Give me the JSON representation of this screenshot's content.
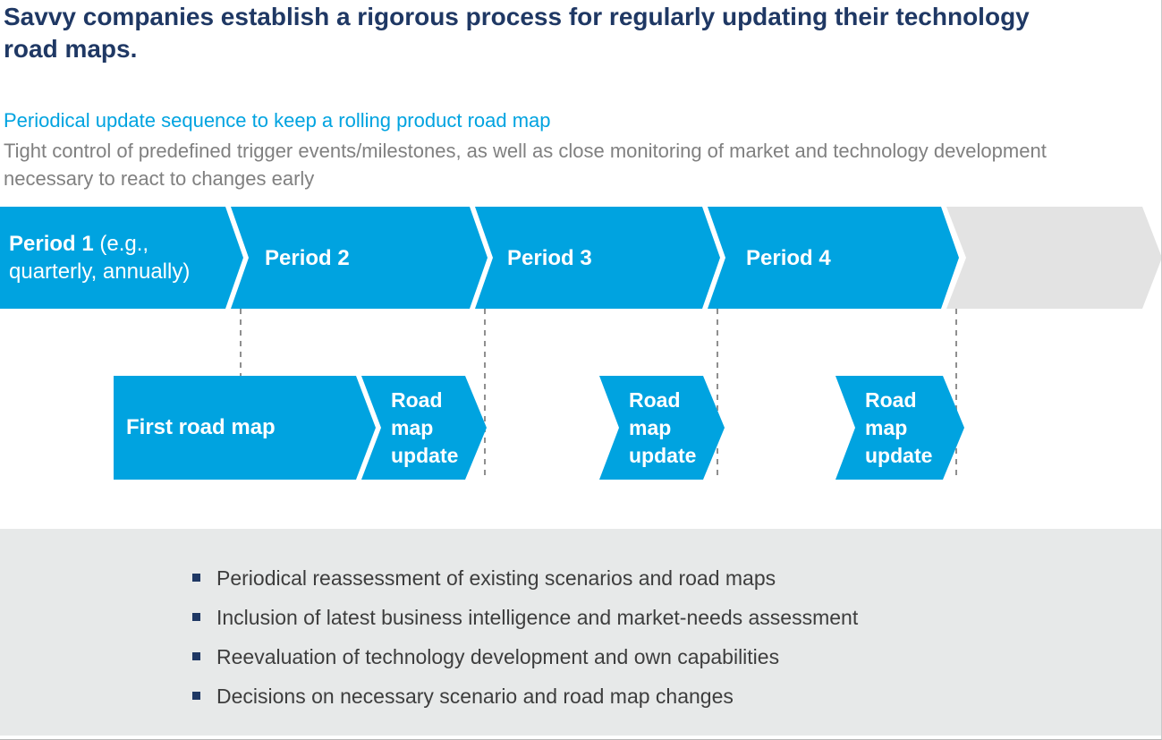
{
  "page": {
    "title": "Savvy companies establish a rigorous process for regularly updating their technology road maps.",
    "subtitle": "Periodical update sequence to keep a rolling product road map",
    "description": "Tight control of predefined trigger events/milestones, as well as close monitoring of market and technology development necessary to react to changes early"
  },
  "timeline": {
    "periods": [
      {
        "name": "Period 1",
        "suffix": " (e.g., quarterly, annually)"
      },
      {
        "name": "Period 2",
        "suffix": ""
      },
      {
        "name": "Period 3",
        "suffix": ""
      },
      {
        "name": "Period 4",
        "suffix": ""
      }
    ]
  },
  "roadmap": {
    "first_label": "First road map",
    "updates": [
      {
        "label": "Road map update"
      },
      {
        "label": "Road map update"
      },
      {
        "label": "Road map update"
      }
    ]
  },
  "summary": {
    "bullets": [
      {
        "text": "Periodical reassessment of existing scenarios and road maps"
      },
      {
        "text": "Inclusion of latest business intelligence and market-needs assessment"
      },
      {
        "text": "Reevaluation of technology development and own capabilities"
      },
      {
        "text": "Decisions on necessary scenario and road map changes"
      }
    ]
  },
  "colors": {
    "navy": "#1f3864",
    "cyan": "#00a3e0",
    "gray_text": "#808080",
    "panel_gray": "#e7e9e9",
    "tail_gray": "#e3e3e3"
  }
}
